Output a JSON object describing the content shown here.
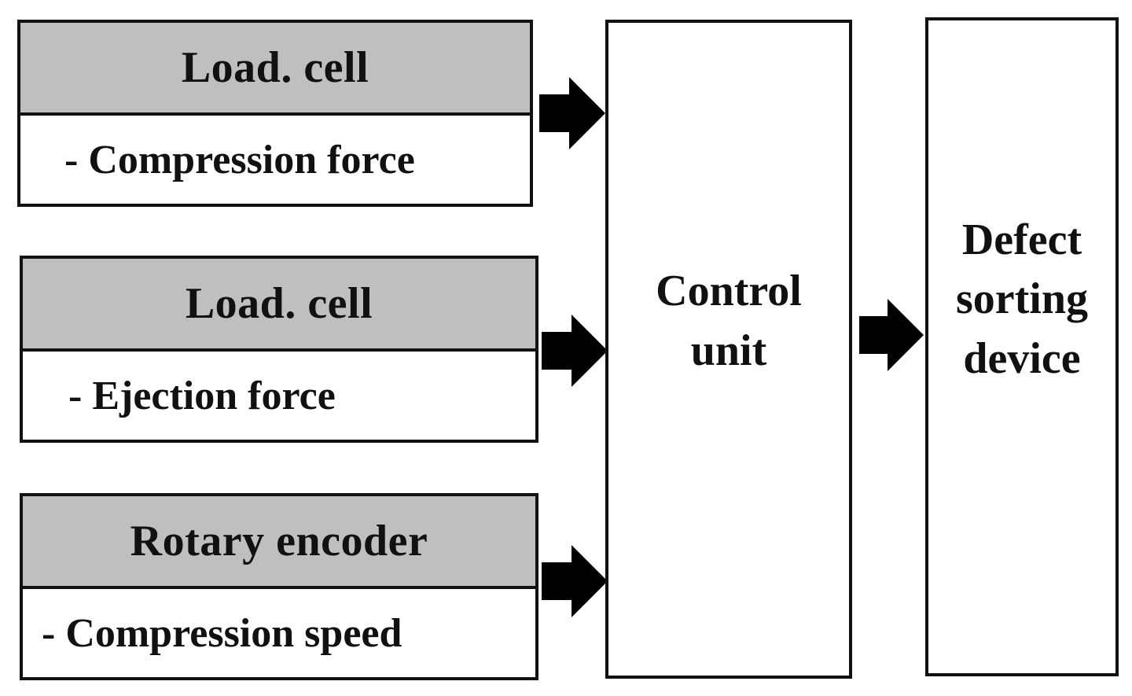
{
  "sensors": [
    {
      "title": "Load. cell",
      "parameter": "- Compression force"
    },
    {
      "title": "Load. cell",
      "parameter": "- Ejection force"
    },
    {
      "title": "Rotary encoder",
      "parameter": "- Compression speed"
    }
  ],
  "control_unit": {
    "line1": "Control",
    "line2": "unit"
  },
  "output_device": {
    "line1": "Defect",
    "line2": "sorting",
    "line3": "device"
  },
  "colors": {
    "header_fill": "#bfbfbf",
    "border": "#111111",
    "arrow": "#000000"
  }
}
